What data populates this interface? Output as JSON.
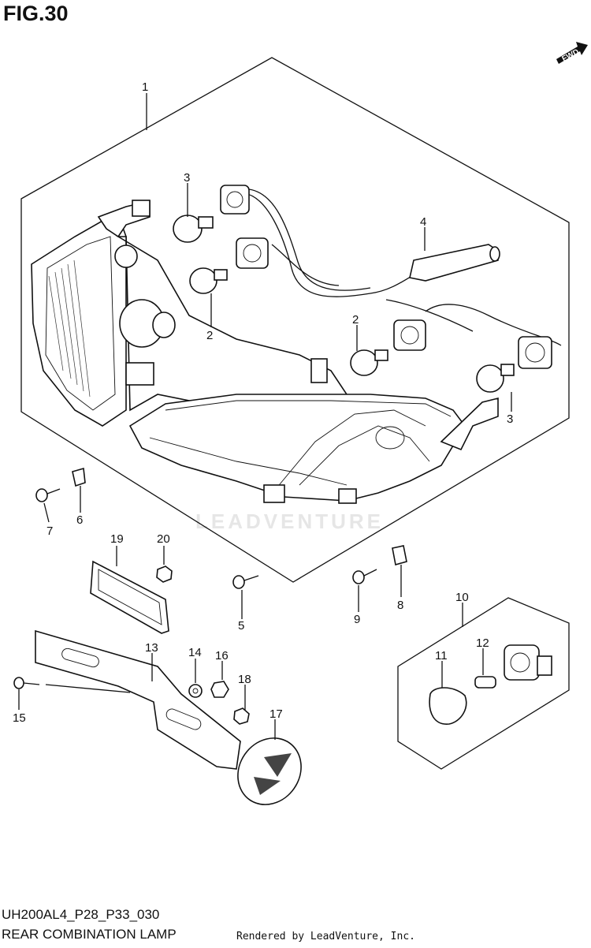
{
  "figure": {
    "title": "FIG.30",
    "code": "UH200AL4_P28_P33_030",
    "name": "REAR COMBINATION LAMP",
    "credit": "Rendered by LeadVenture, Inc.",
    "watermark": "LEADVENTURE",
    "direction_badge": "FWD"
  },
  "callouts": [
    {
      "id": "1",
      "label": "1"
    },
    {
      "id": "2a",
      "label": "2"
    },
    {
      "id": "2b",
      "label": "2"
    },
    {
      "id": "3a",
      "label": "3"
    },
    {
      "id": "3b",
      "label": "3"
    },
    {
      "id": "4",
      "label": "4"
    },
    {
      "id": "5",
      "label": "5"
    },
    {
      "id": "6",
      "label": "6"
    },
    {
      "id": "7",
      "label": "7"
    },
    {
      "id": "8",
      "label": "8"
    },
    {
      "id": "9",
      "label": "9"
    },
    {
      "id": "10",
      "label": "10"
    },
    {
      "id": "11",
      "label": "11"
    },
    {
      "id": "12",
      "label": "12"
    },
    {
      "id": "13",
      "label": "13"
    },
    {
      "id": "14",
      "label": "14"
    },
    {
      "id": "15",
      "label": "15"
    },
    {
      "id": "16",
      "label": "16"
    },
    {
      "id": "17",
      "label": "17"
    },
    {
      "id": "18",
      "label": "18"
    },
    {
      "id": "19",
      "label": "19"
    },
    {
      "id": "20",
      "label": "20"
    }
  ]
}
